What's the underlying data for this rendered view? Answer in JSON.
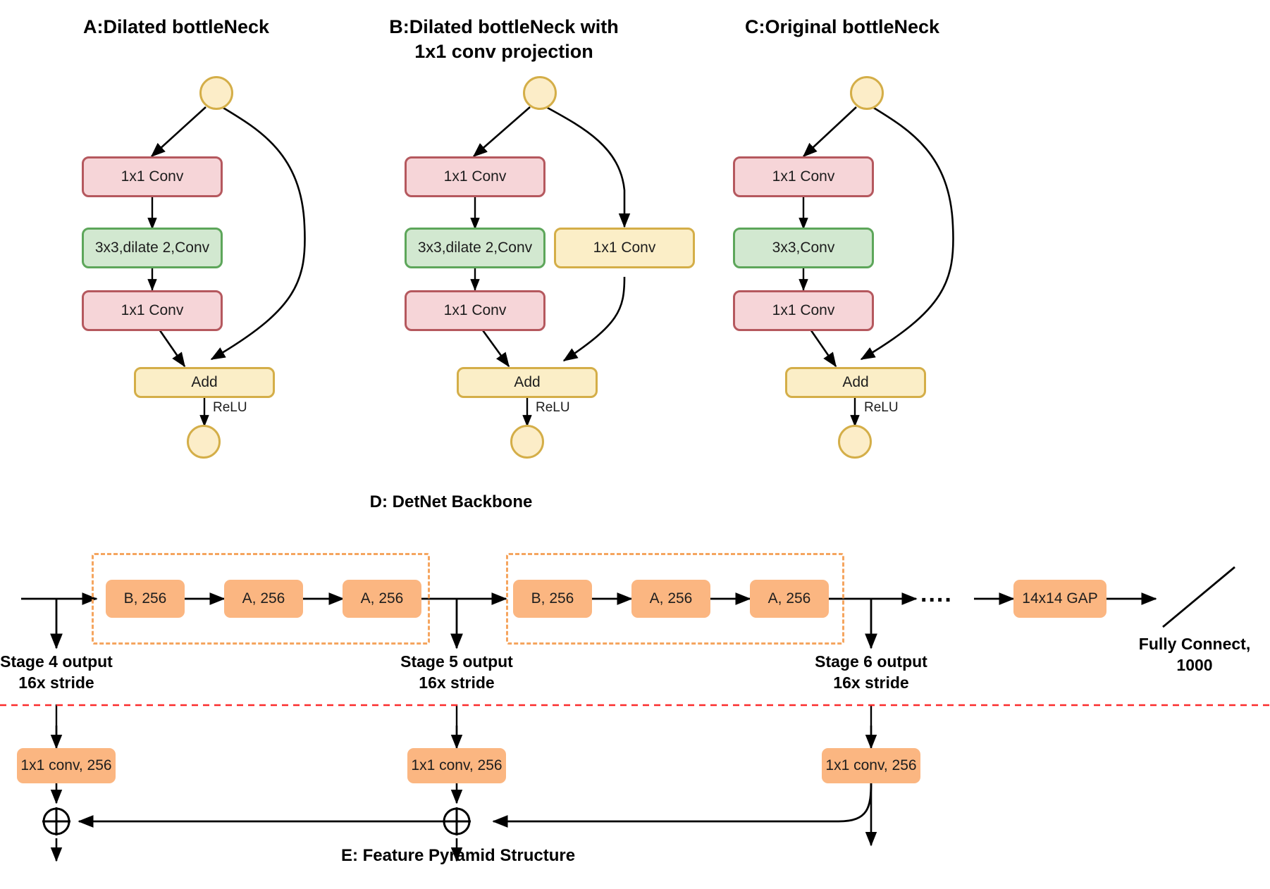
{
  "figure": {
    "panels": [
      {
        "id": "A",
        "title": "A:Dilated bottleNeck",
        "nodes": {
          "input": "input-circle",
          "conv1": "1x1 Conv",
          "conv2": "3x3,dilate 2,Conv",
          "conv3": "1x1 Conv",
          "add": "Add",
          "relu": "ReLU",
          "output": "output-circle"
        }
      },
      {
        "id": "B",
        "title": "B:Dilated bottleNeck with\n1x1 conv projection",
        "title_line1": "B:Dilated bottleNeck with",
        "title_line2": "1x1 conv projection",
        "nodes": {
          "input": "input-circle",
          "conv1": "1x1 Conv",
          "conv2": "3x3,dilate 2,Conv",
          "conv3": "1x1 Conv",
          "projection": "1x1 Conv",
          "add": "Add",
          "relu": "ReLU",
          "output": "output-circle"
        }
      },
      {
        "id": "C",
        "title": "C:Original bottleNeck",
        "nodes": {
          "input": "input-circle",
          "conv1": "1x1 Conv",
          "conv2": "3x3,Conv",
          "conv3": "1x1 Conv",
          "add": "Add",
          "relu": "ReLU",
          "output": "output-circle"
        }
      }
    ],
    "backbone": {
      "title": "D: DetNet Backbone",
      "group1": [
        {
          "label": "B, 256"
        },
        {
          "label": "A, 256"
        },
        {
          "label": "A, 256"
        }
      ],
      "group2": [
        {
          "label": "B, 256"
        },
        {
          "label": "A, 256"
        },
        {
          "label": "A, 256"
        }
      ],
      "ellipsis": "....",
      "gap": "14x14 GAP",
      "fully_connect_line1": "Fully Connect,",
      "fully_connect_line2": "1000",
      "stage_labels": [
        {
          "line1": "Stage 4 output",
          "line2": "16x stride"
        },
        {
          "line1": "Stage 5 output",
          "line2": "16x stride"
        },
        {
          "line1": "Stage 6 output",
          "line2": "16x stride"
        }
      ]
    },
    "fpn": {
      "title": "E: Feature Pyramid Structure",
      "lateral_convs": [
        {
          "label": "1x1 conv, 256"
        },
        {
          "label": "1x1 conv, 256"
        },
        {
          "label": "1x1 conv, 256"
        }
      ],
      "merge_operator": "oplus-icon"
    },
    "colors": {
      "conv_1x1_fill": "#f6d5d8",
      "conv_1x1_stroke": "#b5585e",
      "conv_3x3_fill": "#d2e8d0",
      "conv_3x3_stroke": "#5da65a",
      "add_fill": "#fbeec7",
      "add_stroke": "#d4ae48",
      "backbone_fill": "#fbb681",
      "dashed_group_stroke": "#f5a55f",
      "divider": "#fb2c2c",
      "arrow": "#000000"
    }
  }
}
